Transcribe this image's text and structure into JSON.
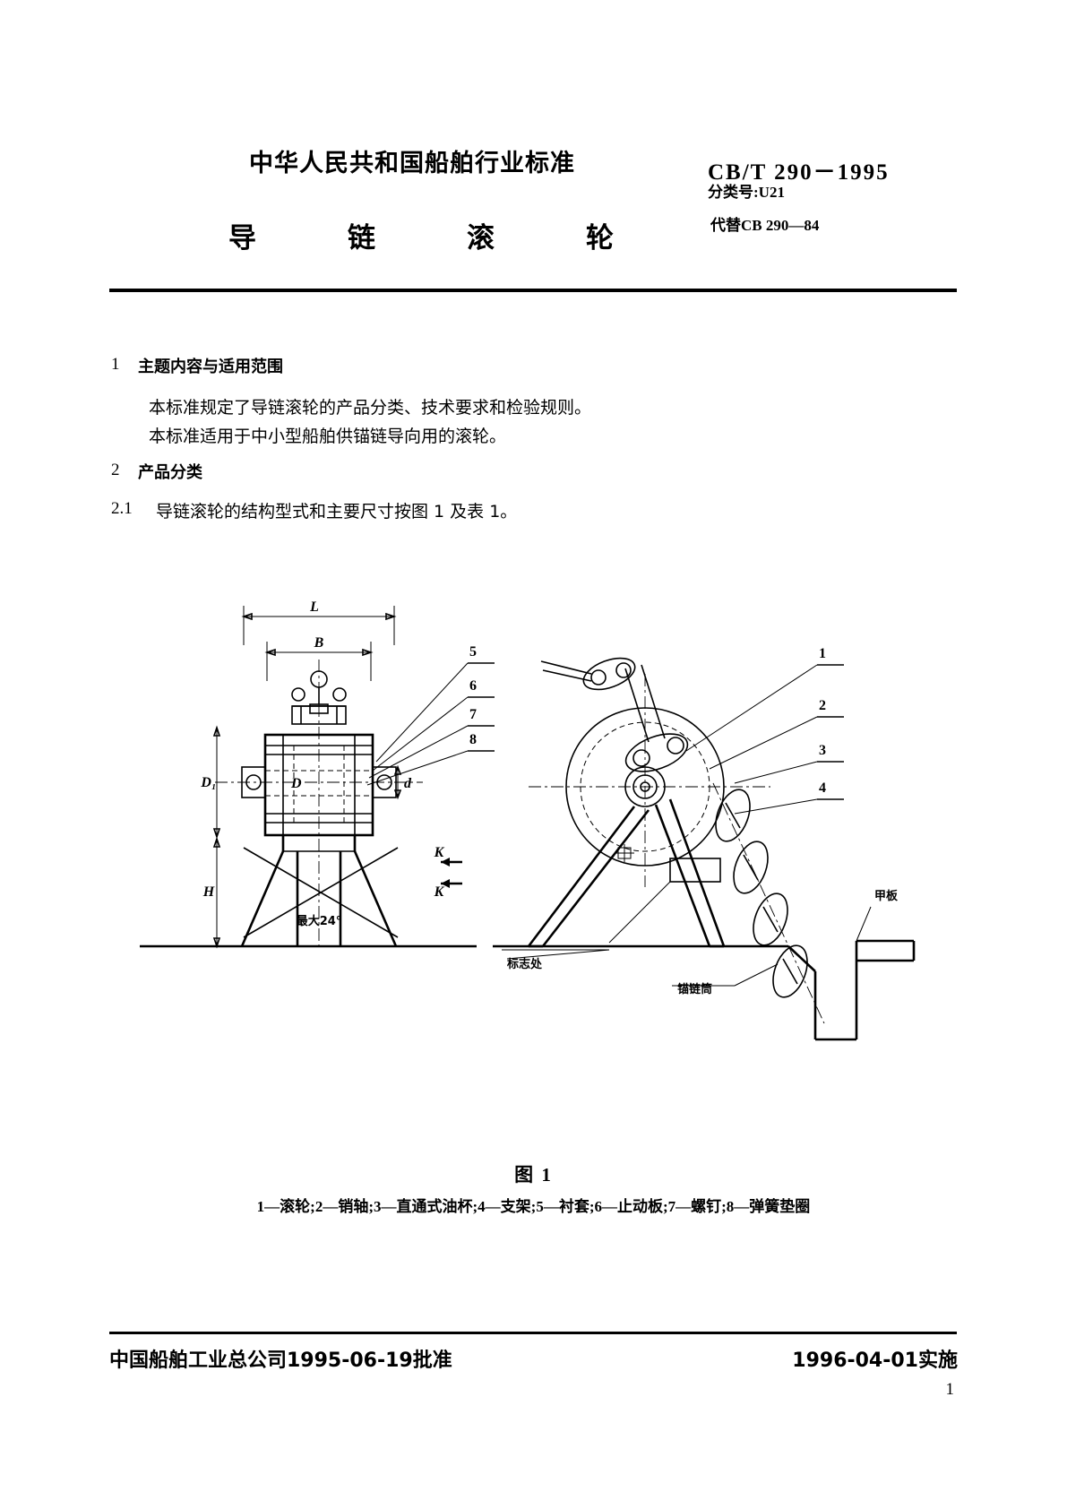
{
  "header": {
    "organization": "中华人民共和国船舶行业标准",
    "standard_no": "CB/T 290－1995",
    "classification": "分类号:U21",
    "replaces": "代替CB  290—84",
    "title_chars": [
      "导",
      "链",
      "滚",
      "轮"
    ]
  },
  "sections": [
    {
      "number": "1",
      "heading": "主题内容与适用范围"
    },
    {
      "number": "2",
      "heading": "产品分类"
    }
  ],
  "paragraphs": {
    "p1a": "本标准规定了导链滚轮的产品分类、技术要求和检验规则。",
    "p1b": "本标准适用于中小型船舶供锚链导向用的滚轮。",
    "s21_number": "2.1",
    "s21_text": "导链滚轮的结构型式和主要尺寸按图 1 及表 1。"
  },
  "figure": {
    "caption": "图 1",
    "parts_legend": "1—滚轮;2—销轴;3—直通式油杯;4—支架;5—衬套;6—止动板;7—螺钉;8—弹簧垫圈",
    "dimension_labels": {
      "L": "L",
      "B": "B",
      "D1": "D₁",
      "d": "d",
      "D": "D",
      "H": "H",
      "angle": "最大24°",
      "section_k_top": "K",
      "section_k_bottom": "K"
    },
    "callouts": [
      "1",
      "2",
      "3",
      "4",
      "5",
      "6",
      "7",
      "8"
    ],
    "annotations": {
      "mark_location": "标志处",
      "hawse_pipe": "锚链筒",
      "deck": "甲板"
    }
  },
  "footer": {
    "approval": "中国船舶工业总公司1995-06-19批准",
    "implementation": "1996-04-01实施",
    "page_number": "1"
  }
}
